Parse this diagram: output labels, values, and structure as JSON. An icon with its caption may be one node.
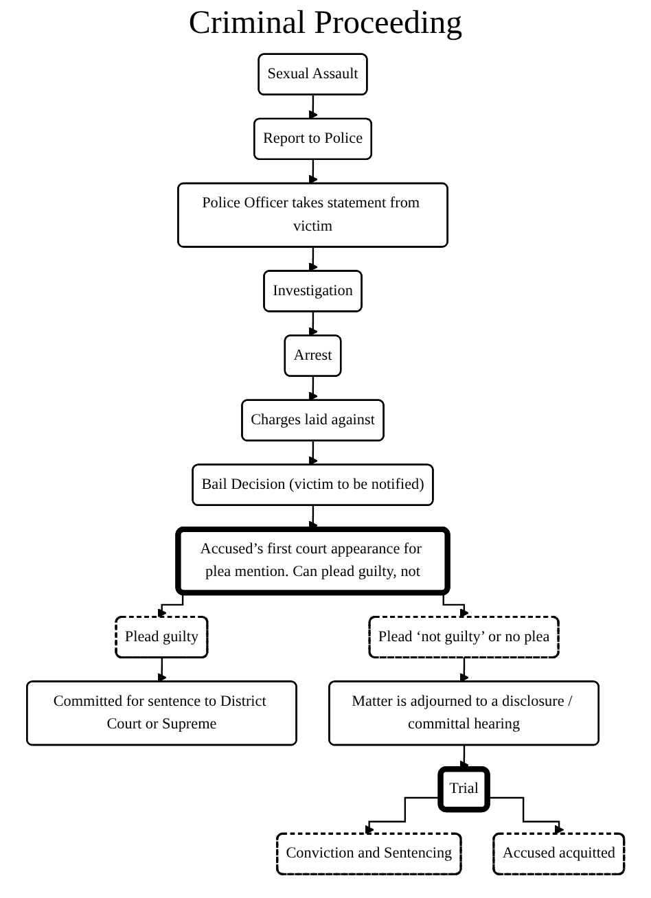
{
  "diagram": {
    "title": "Criminal Proceeding",
    "nodes": [
      {
        "text": [
          "Sexual Assault"
        ]
      },
      {
        "text": [
          "Report to Police"
        ]
      },
      {
        "text": [
          "Police Officer takes statement from victim"
        ]
      },
      {
        "text": [
          "Investigation"
        ]
      },
      {
        "text": [
          "Arrest"
        ]
      },
      {
        "text": [
          "Charges laid against"
        ]
      },
      {
        "text": [
          "Bail Decision (victim to be notified)"
        ]
      },
      {
        "text": [
          "Accused’s first court appearance for plea mention. Can plead guilty, not"
        ]
      },
      {
        "text": [
          "Plead guilty"
        ]
      },
      {
        "text": [
          "Plead ‘not guilty’ or no plea"
        ]
      },
      {
        "text": [
          "Committed for sentence to District Court or Supreme"
        ]
      },
      {
        "text": [
          "Matter is adjourned to a disclosure / committal hearing"
        ]
      },
      {
        "text": [
          "Trial"
        ]
      },
      {
        "text": [
          "Conviction and Sentencing"
        ]
      },
      {
        "text": [
          "Accused acquitted"
        ]
      }
    ],
    "edges": [
      {
        "from": 0,
        "to": 1,
        "arrow": "to"
      },
      {
        "from": 1,
        "to": 2,
        "arrow": "to"
      },
      {
        "from": 2,
        "to": 3,
        "arrow": "to"
      },
      {
        "from": 3,
        "to": 4,
        "arrow": "to"
      },
      {
        "from": 4,
        "to": 5,
        "arrow": "to"
      },
      {
        "from": 5,
        "to": 6,
        "arrow": "to"
      },
      {
        "from": 6,
        "to": 7,
        "arrow": "to"
      },
      {
        "from": 7,
        "to": 8,
        "arrow": "to"
      },
      {
        "from": 7,
        "to": 9,
        "arrow": "to"
      },
      {
        "from": 8,
        "to": 10,
        "arrow": "to"
      },
      {
        "from": 9,
        "to": 11,
        "arrow": "to"
      },
      {
        "from": 11,
        "to": 12,
        "arrow": "to"
      },
      {
        "from": 12,
        "to": 13,
        "arrow": "to"
      },
      {
        "from": 12,
        "to": 14,
        "arrow": "to"
      }
    ]
  }
}
